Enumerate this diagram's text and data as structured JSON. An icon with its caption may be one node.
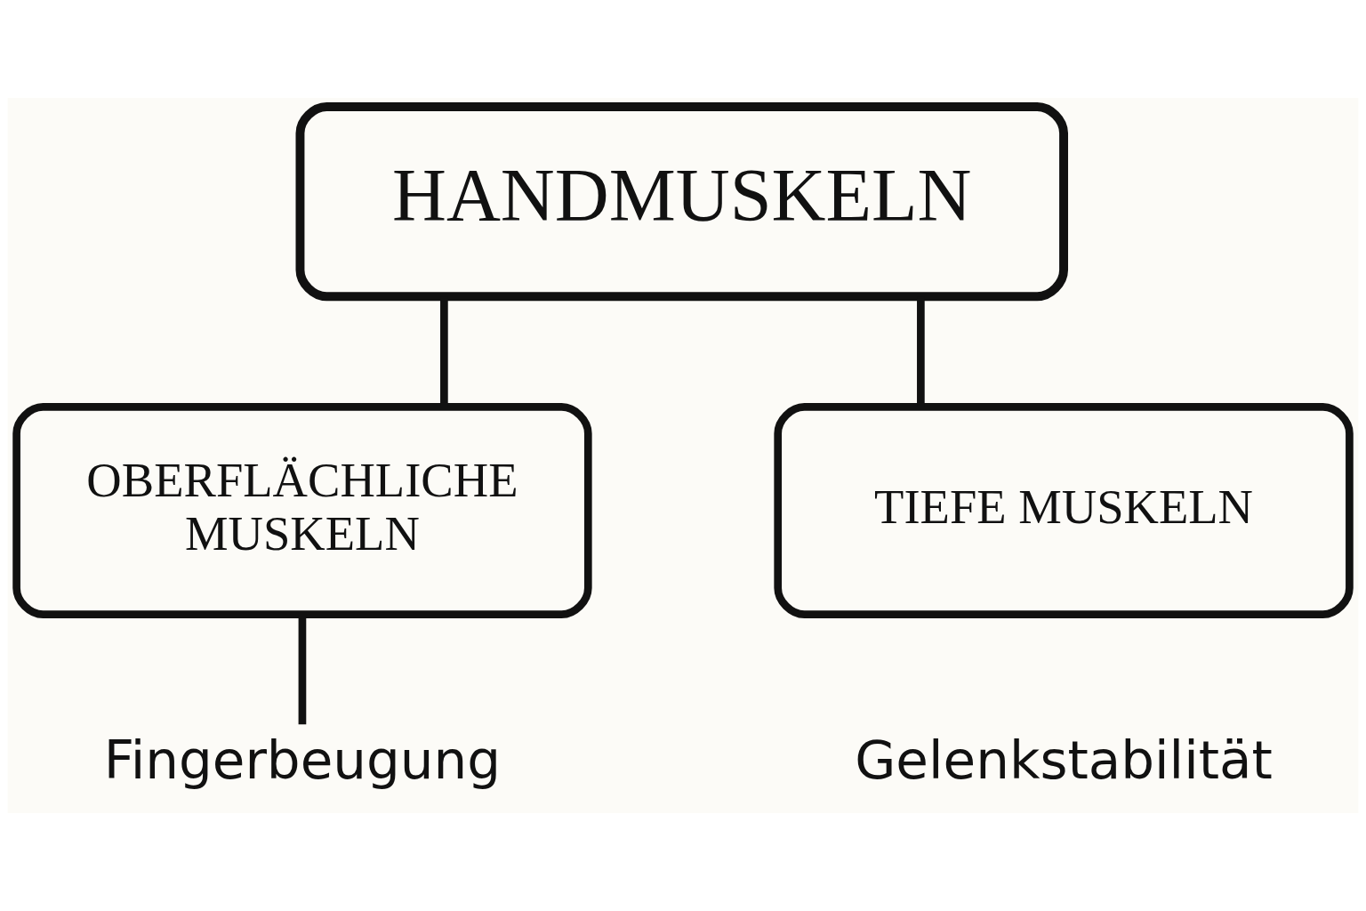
{
  "diagram": {
    "nodes": [
      {
        "text": [
          "HANDMUSKELN"
        ]
      },
      {
        "text": [
          "OBERFLÄCHLICHE MUSKELN"
        ]
      },
      {
        "text": [
          "TIEFE MUSKELN"
        ]
      },
      {
        "text": [
          "Fingerbeugung"
        ]
      }
    ],
    "edges": [
      {
        "from": 0,
        "to": 1,
        "arrow": "none"
      },
      {
        "from": 0,
        "to": 2,
        "arrow": "none"
      },
      {
        "from": 1,
        "to": 3,
        "arrow": "none"
      }
    ],
    "labels": [
      "Gelenkstabilität"
    ]
  }
}
